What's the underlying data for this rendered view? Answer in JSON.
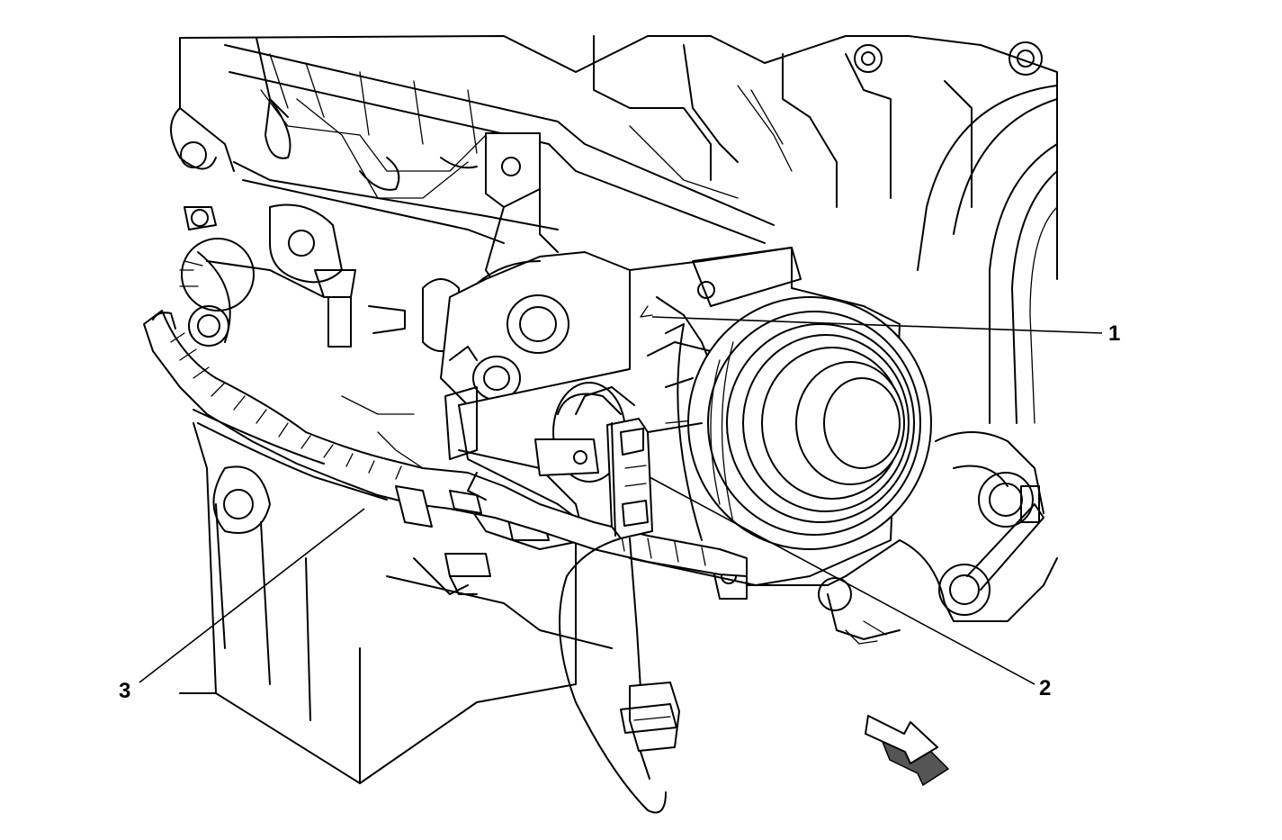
{
  "callouts": [
    {
      "label": "1",
      "part": "compressor"
    },
    {
      "label": "2",
      "part": "electrical-connector"
    },
    {
      "label": "3",
      "part": "wiring-harness"
    }
  ],
  "direction_arrow": {
    "icon": "front-direction-arrow-icon"
  }
}
